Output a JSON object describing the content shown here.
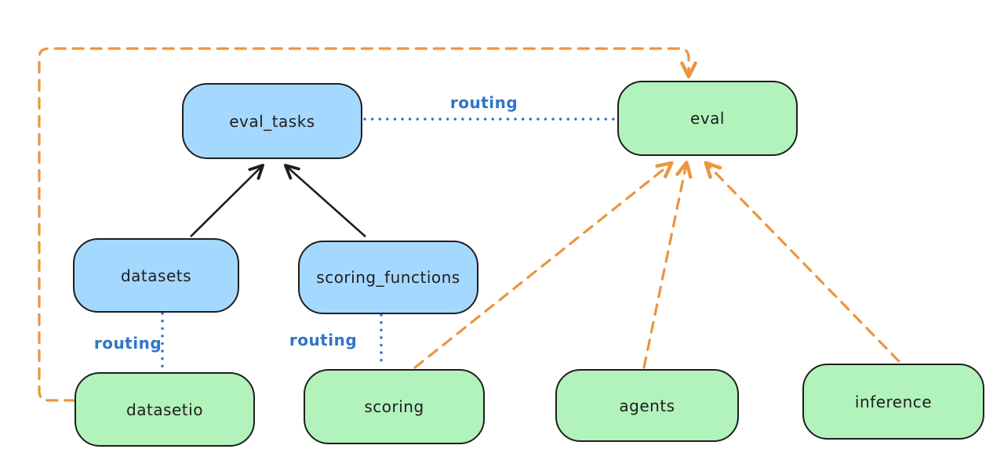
{
  "diagram": {
    "background": "#ffffff",
    "colors": {
      "blue_node_fill": "#a5d8ff",
      "green_node_fill": "#b2f2bb",
      "node_border": "#1e1e1e",
      "routing_blue": "#3174c9",
      "black_arrow": "#1e1e1e",
      "orange_arrow": "#ec953d"
    },
    "nodes": [
      {
        "id": "eval_tasks",
        "label": "eval_tasks",
        "color": "blue"
      },
      {
        "id": "eval",
        "label": "eval",
        "color": "green"
      },
      {
        "id": "datasets",
        "label": "datasets",
        "color": "blue"
      },
      {
        "id": "scoring_functions",
        "label": "scoring_functions",
        "color": "blue"
      },
      {
        "id": "datasetio",
        "label": "datasetio",
        "color": "green"
      },
      {
        "id": "scoring",
        "label": "scoring",
        "color": "green"
      },
      {
        "id": "agents",
        "label": "agents",
        "color": "green"
      },
      {
        "id": "inference",
        "label": "inference",
        "color": "green"
      }
    ],
    "edges": [
      {
        "from": "datasets",
        "to": "eval_tasks",
        "style": "solid-black-arrow",
        "label": ""
      },
      {
        "from": "scoring_functions",
        "to": "eval_tasks",
        "style": "solid-black-arrow",
        "label": ""
      },
      {
        "from": "eval_tasks",
        "to": "eval",
        "style": "dotted-blue",
        "label": "routing"
      },
      {
        "from": "datasets",
        "to": "datasetio",
        "style": "dotted-blue",
        "label": "routing"
      },
      {
        "from": "scoring_functions",
        "to": "scoring",
        "style": "dotted-blue",
        "label": "routing"
      },
      {
        "from": "datasetio",
        "to": "eval",
        "style": "dashed-orange-arrow",
        "label": ""
      },
      {
        "from": "scoring",
        "to": "eval",
        "style": "dashed-orange-arrow",
        "label": ""
      },
      {
        "from": "agents",
        "to": "eval",
        "style": "dashed-orange-arrow",
        "label": ""
      },
      {
        "from": "inference",
        "to": "eval",
        "style": "dashed-orange-arrow",
        "label": ""
      }
    ]
  }
}
